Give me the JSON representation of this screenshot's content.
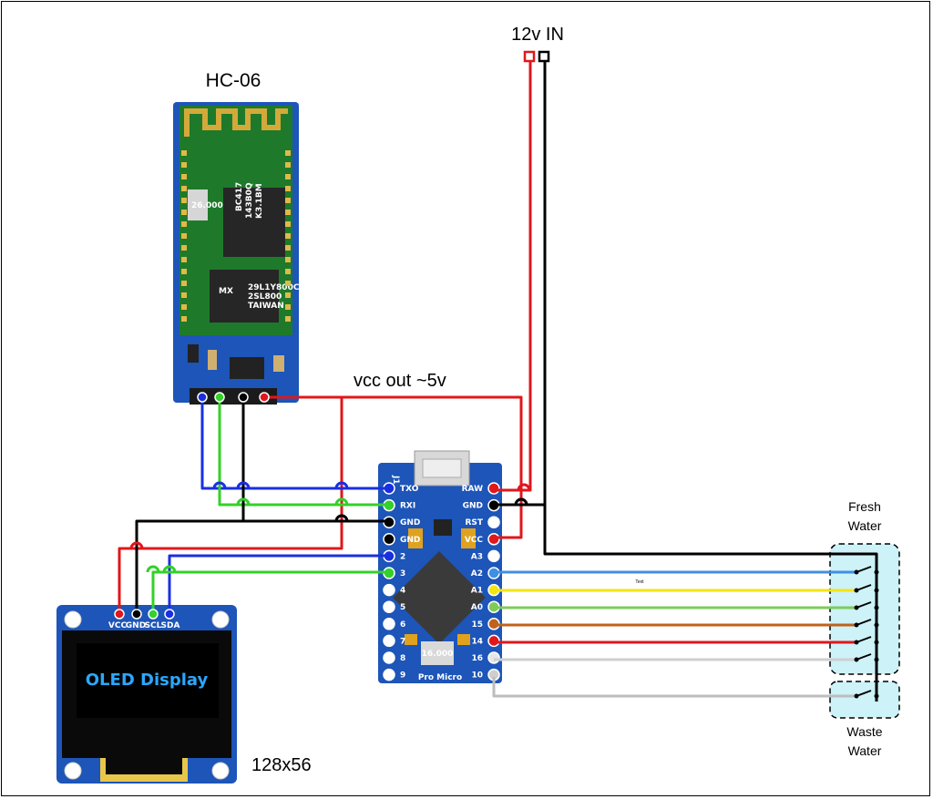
{
  "labels": {
    "power_in": "12v IN",
    "hc06": "HC-06",
    "vcc_out": "vcc out ~5v",
    "oled_size": "128x56",
    "fresh_line1": "Fresh",
    "fresh_line2": "Water",
    "waste_line1": "Waste",
    "waste_line2": "Water",
    "tiny_text": "Text"
  },
  "oled": {
    "screen_text": "OLED Display",
    "pins": [
      "VCC",
      "GND",
      "SCL",
      "SDA"
    ]
  },
  "hc06": {
    "chip_top_lines": [
      "BC417",
      "143B0Q",
      "K3.1BM"
    ],
    "chip_bottom_brand": "MX",
    "chip_bottom_lines": [
      "29L1Y800C",
      "2SL800",
      "TAIWAN"
    ],
    "xtal": "26.000"
  },
  "pro_micro": {
    "name": "Pro Micro",
    "header": "J1",
    "left_pins": [
      "TXO",
      "RXI",
      "GND",
      "GND",
      "2",
      "3",
      "4",
      "5",
      "6",
      "7",
      "8",
      "9"
    ],
    "right_pins": [
      "RAW",
      "GND",
      "RST",
      "VCC",
      "A3",
      "A2",
      "A1",
      "A0",
      "15",
      "14",
      "16",
      "10"
    ],
    "xtal": "16.000"
  },
  "colors": {
    "red": "#e0171b",
    "black": "#000000",
    "blue": "#1a2fe0",
    "green": "#33d12a",
    "light_blue": "#3f8fe4",
    "yellow": "#f3e514",
    "light_green": "#7ecb5a",
    "brown": "#c0621c",
    "gray": "#cfcfcf",
    "sensor_fill": "#cdf2f8"
  }
}
